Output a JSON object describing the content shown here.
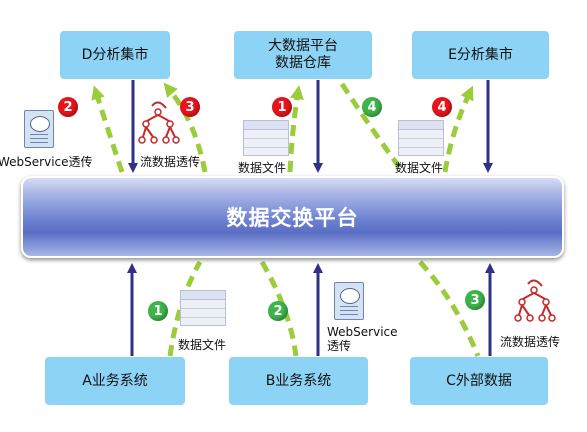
{
  "platform": {
    "label": "数据交换平台"
  },
  "targets": {
    "d": "D分析集市",
    "big_line1": "大数据平台",
    "big_line2": "数据仓库",
    "e": "E分析集市"
  },
  "sources": {
    "a": "A业务系统",
    "b": "B业务系统",
    "c": "C外部数据"
  },
  "badges": {
    "d_ws": "2",
    "d_stream": "3",
    "big_file": "1",
    "big_flow": "4",
    "e_file": "4",
    "a_file": "1",
    "b_ws": "2",
    "c_stream": "3"
  },
  "labels": {
    "ws_top": "WebService透传",
    "stream_top": "流数据透传",
    "file_top_center": "数据文件",
    "file_top_right": "数据文件",
    "file_bottom_left": "数据文件",
    "ws_bottom_line1": "WebService",
    "ws_bottom_line2": "透传",
    "stream_bottom": "流数据透传"
  },
  "colors": {
    "box_fill": "#8dd3f6",
    "arrow_navy": "#2e3185",
    "arrow_green": "#9bcc3c",
    "badge_red": "#e8141c",
    "badge_green": "#3db54a"
  }
}
